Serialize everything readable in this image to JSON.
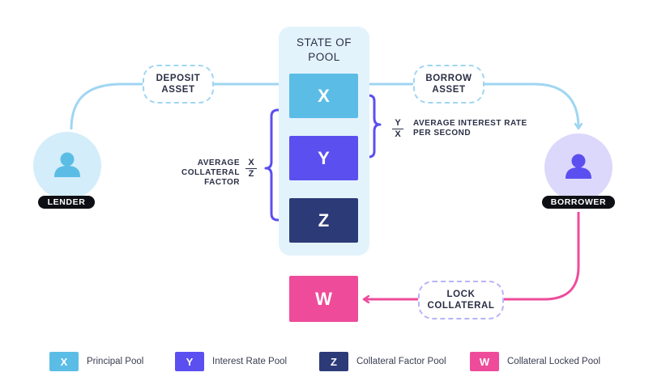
{
  "pool": {
    "title_line1": "STATE OF",
    "title_line2": "POOL",
    "x": {
      "letter": "X",
      "color": "#5bbde6"
    },
    "y": {
      "letter": "Y",
      "color": "#5b4ff0"
    },
    "z": {
      "letter": "Z",
      "color": "#2d3a78"
    }
  },
  "locked": {
    "letter": "W",
    "color": "#ee4c9a"
  },
  "steps": {
    "deposit": {
      "line1": "DEPOSIT",
      "line2": "ASSET"
    },
    "borrow": {
      "line1": "BORROW",
      "line2": "ASSET"
    },
    "lock": {
      "line1": "LOCK",
      "line2": "COLLATERAL"
    }
  },
  "actors": {
    "lender": {
      "label": "LENDER",
      "bg": "#d3edfa",
      "fg": "#5bbde6"
    },
    "borrower": {
      "label": "BORROWER",
      "bg": "#dcd8fb",
      "fg": "#5b4ff0"
    }
  },
  "formulas": {
    "interest": {
      "num": "Y",
      "den": "X",
      "line1": "AVERAGE INTEREST RATE",
      "line2": "PER SECOND"
    },
    "collateral": {
      "num": "X",
      "den": "Z",
      "line1": "AVERAGE",
      "line2": "COLLATERAL FACTOR"
    }
  },
  "legend": [
    {
      "letter": "X",
      "label": "Principal Pool",
      "color": "#5bbde6"
    },
    {
      "letter": "Y",
      "label": "Interest Rate Pool",
      "color": "#5b4ff0"
    },
    {
      "letter": "Z",
      "label": "Collateral Factor Pool",
      "color": "#2d3a78"
    },
    {
      "letter": "W",
      "label": "Collateral Locked Pool",
      "color": "#ee4c9a"
    }
  ],
  "colors": {
    "flow_blue": "#9fd6f2",
    "flow_pink": "#ee4c9a",
    "bracket": "#5b4ff0"
  }
}
